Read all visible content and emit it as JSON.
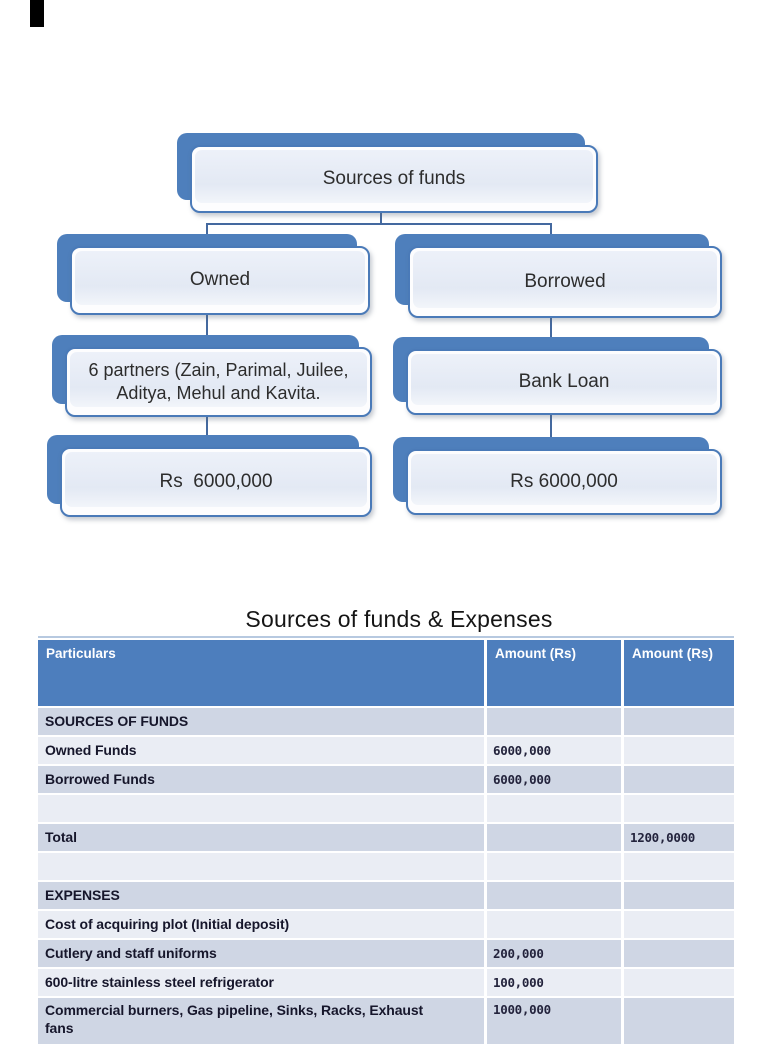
{
  "page": {
    "artifact_color": "#000000",
    "background": "#ffffff"
  },
  "colors": {
    "accent_blue": "#4e7fbc",
    "border_blue": "#4a7ab8",
    "connector_blue": "#44699f",
    "header_blue": "#4d7ebd",
    "row_dark": "#cfd6e4",
    "row_light": "#eaedf4",
    "node_fill_light": "#e8edf6"
  },
  "flowchart": {
    "root": "Sources of funds",
    "owned": "Owned",
    "borrowed": "Borrowed",
    "partners": "6 partners (Zain, Parimal, Juilee,\nAditya, Mehul and Kavita.",
    "bank_loan": "Bank Loan",
    "owned_amount": "Rs  6000,000",
    "borrowed_amount": "Rs 6000,000"
  },
  "table": {
    "title": "Sources of funds & Expenses",
    "headers": [
      "Particulars",
      "Amount (Rs)",
      "Amount (Rs)"
    ],
    "rows": [
      {
        "label": "SOURCES OF FUNDS",
        "amount1": "",
        "amount2": ""
      },
      {
        "label": "Owned Funds",
        "amount1": "6000,000",
        "amount2": ""
      },
      {
        "label": "Borrowed Funds",
        "amount1": "6000,000",
        "amount2": ""
      },
      {
        "label": "",
        "amount1": "",
        "amount2": ""
      },
      {
        "label": "Total",
        "amount1": "",
        "amount2": "1200,0000"
      },
      {
        "label": "",
        "amount1": "",
        "amount2": ""
      },
      {
        "label": "EXPENSES",
        "amount1": "",
        "amount2": ""
      },
      {
        "label": "Cost of acquiring plot (Initial deposit)",
        "amount1": "",
        "amount2": ""
      },
      {
        "label": "Cutlery and staff uniforms",
        "amount1": "200,000",
        "amount2": ""
      },
      {
        "label": "600-litre stainless steel refrigerator",
        "amount1": "100,000",
        "amount2": ""
      },
      {
        "label": "Commercial burners, Gas pipeline, Sinks, Racks, Exhaust\nfans",
        "amount1": "1000,000",
        "amount2": ""
      }
    ]
  }
}
